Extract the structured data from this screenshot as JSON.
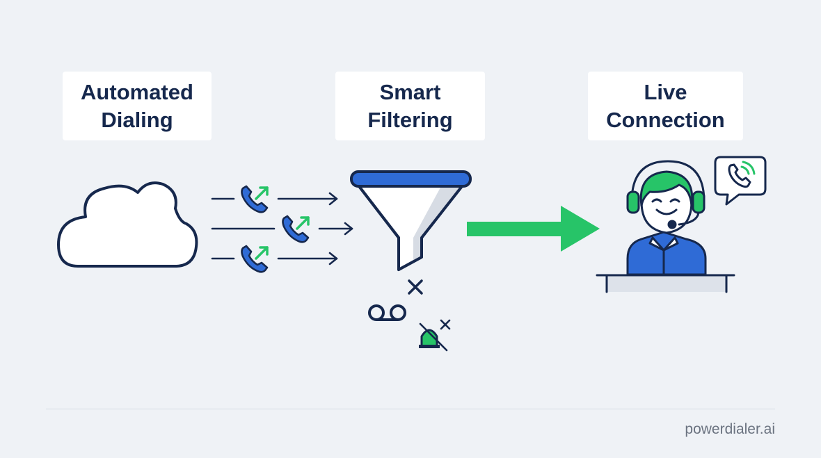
{
  "stages": [
    {
      "id": "dialing",
      "line1": "Automated",
      "line2": "Dialing"
    },
    {
      "id": "filtering",
      "line1": "Smart",
      "line2": "Filtering"
    },
    {
      "id": "live",
      "line1": "Live",
      "line2": "Connection"
    }
  ],
  "icons": {
    "source": "cloud-icon",
    "calls": "outgoing-call-icon",
    "filter": "funnel-icon",
    "rejected": [
      "voicemail-icon",
      "alarm-muted-icon"
    ],
    "flow": "arrow-right-icon",
    "agent": "headset-agent-icon",
    "chat": "phone-chat-bubble-icon"
  },
  "colors": {
    "navy": "#16284d",
    "blue": "#2f6bd6",
    "green": "#27c468",
    "background": "#eff2f6"
  },
  "footer": {
    "brand": "powerdialer.ai"
  }
}
